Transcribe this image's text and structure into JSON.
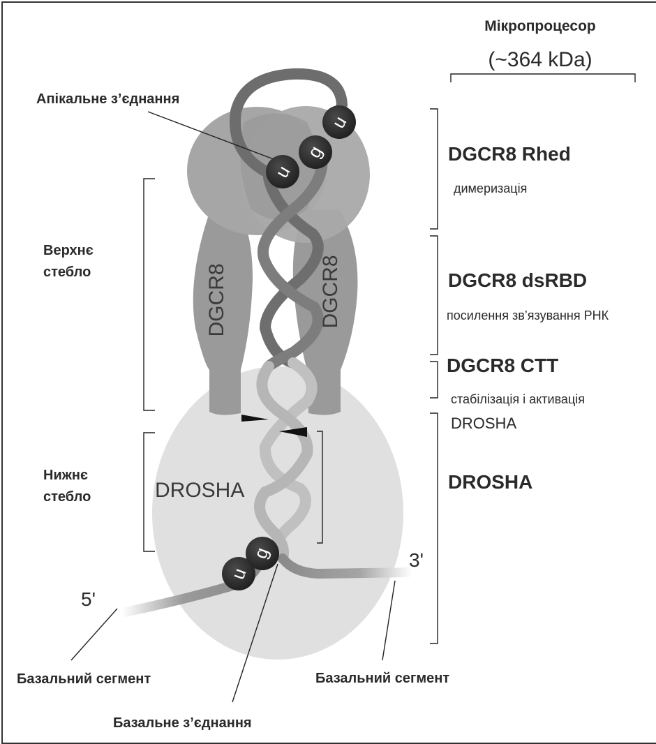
{
  "header": {
    "title": "Мікропроцесор",
    "mass": "(~364 kDa)"
  },
  "left_labels": {
    "apical_junction": "Апікальне з’єднання",
    "upper_stem_line1": "Верхнє",
    "upper_stem_line2": "стебло",
    "lower_stem_line1": "Нижнє",
    "lower_stem_line2": "стебло"
  },
  "bottom_labels": {
    "basal_segment_left": "Базальний сегмент",
    "basal_segment_right": "Базальний сегмент",
    "basal_junction": "Базальне з’єднання"
  },
  "ends": {
    "five_prime": "5'",
    "three_prime": "3'"
  },
  "proteins": {
    "dgcr8_left": "DGCR8",
    "dgcr8_right": "DGCR8",
    "drosha": "DROSHA"
  },
  "nucleotides": {
    "apical": [
      "u",
      "g",
      "u"
    ],
    "basal": [
      "u",
      "g"
    ]
  },
  "domains": [
    {
      "name": "DGCR8 Rhed",
      "desc": "димеризація"
    },
    {
      "name": "DGCR8 dsRBD",
      "desc": "посилення зв’язування РНК"
    },
    {
      "name": "DGCR8 CTT",
      "desc": "стабілізація і активація"
    },
    {
      "name": "DROSHA",
      "desc": ""
    }
  ],
  "drosha_small_label": "DROSHA",
  "colors": {
    "frame": "#333333",
    "dgcr8": "#9a9a9a",
    "dgcr8_light": "#b4b4b4",
    "drosha": "#e2e2e2",
    "rna_dark": "#6e6e6e",
    "rna_light": "#c2c2c2",
    "nucleotide": "#2b2b2b"
  }
}
